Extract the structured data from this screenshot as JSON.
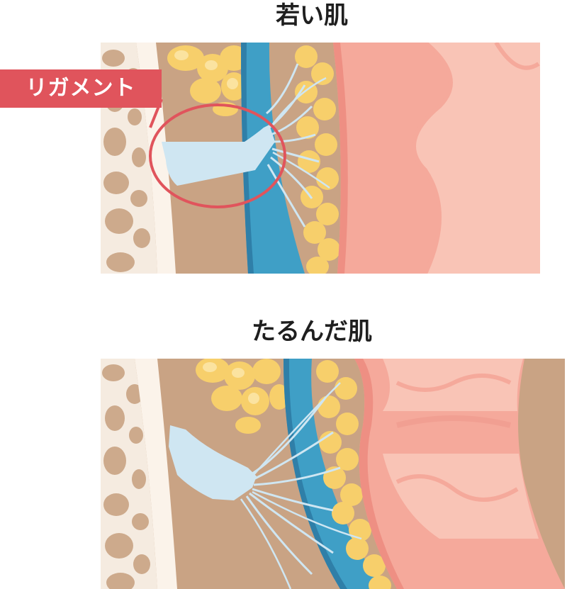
{
  "panels": {
    "top": {
      "title": "若い肌"
    },
    "bottom": {
      "title": "たるんだ肌"
    }
  },
  "callout": {
    "label": "リガメント"
  },
  "colors": {
    "bone": "#f5ebe0",
    "bone_spot": "#cdaa8c",
    "periosteum": "#fbf3ea",
    "muscle": "#c9a384",
    "fat": "#f7cf6b",
    "fat_light": "#fbe3a0",
    "smas": "#3f9fc6",
    "ligament": "#cfe6f2",
    "dermis": "#f5a99b",
    "dermis_light": "#f9c4b6",
    "callout": "#e0545c"
  }
}
